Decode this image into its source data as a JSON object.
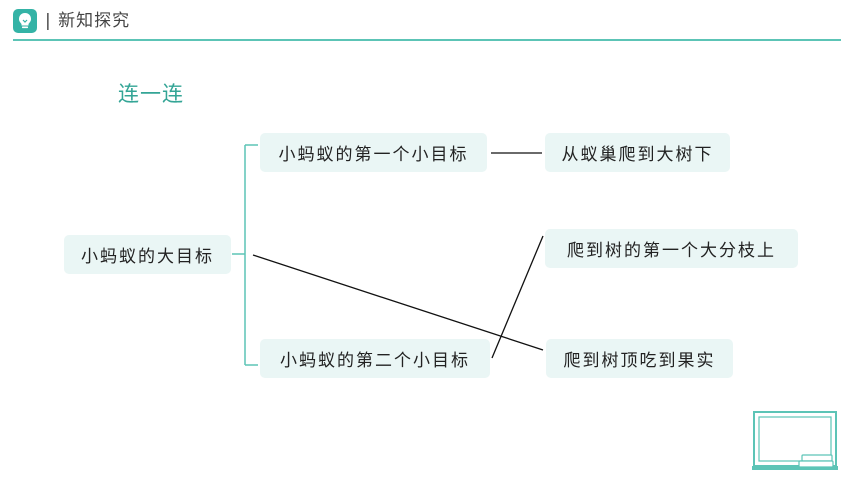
{
  "header": {
    "section_title": "| 新知探究"
  },
  "exercise": {
    "title": "连一连"
  },
  "diagram": {
    "root": "小蚂蚁的大目标",
    "sub_goal_1": "小蚂蚁的第一个小目标",
    "sub_goal_2": "小蚂蚁的第二个小目标",
    "option_1": "从蚁巢爬到大树下",
    "option_2": "爬到树的第一个大分枝上",
    "option_3": "爬到树顶吃到果实"
  },
  "colors": {
    "accent": "#34b3a6",
    "box_fill": "#eaf6f5",
    "bracket": "#5cc4b6"
  }
}
